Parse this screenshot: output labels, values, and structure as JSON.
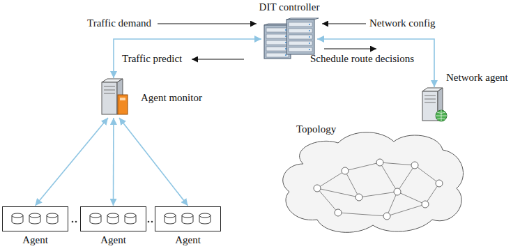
{
  "diagram": {
    "nodes": [
      {
        "text": [
          "DIT controller"
        ]
      },
      {
        "text": [
          "Agent monitor"
        ]
      },
      {
        "text": [
          "Network agent"
        ]
      },
      {
        "text": [
          "Topology"
        ]
      },
      {
        "text": [
          "Agent"
        ]
      },
      {
        "text": [
          "Agent"
        ]
      },
      {
        "text": [
          "Agent"
        ]
      }
    ],
    "edges": [
      {
        "from": 0,
        "to": 1,
        "arrow": "both"
      },
      {
        "from": 0,
        "to": 2,
        "arrow": "both"
      },
      {
        "from": 1,
        "to": 4,
        "arrow": "both"
      },
      {
        "from": 1,
        "to": 5,
        "arrow": "both"
      },
      {
        "from": 1,
        "to": 6,
        "arrow": "both"
      }
    ],
    "labels": [
      "Traffic demand",
      "Network config",
      "Traffic predict",
      "Schedule route decisions"
    ]
  }
}
